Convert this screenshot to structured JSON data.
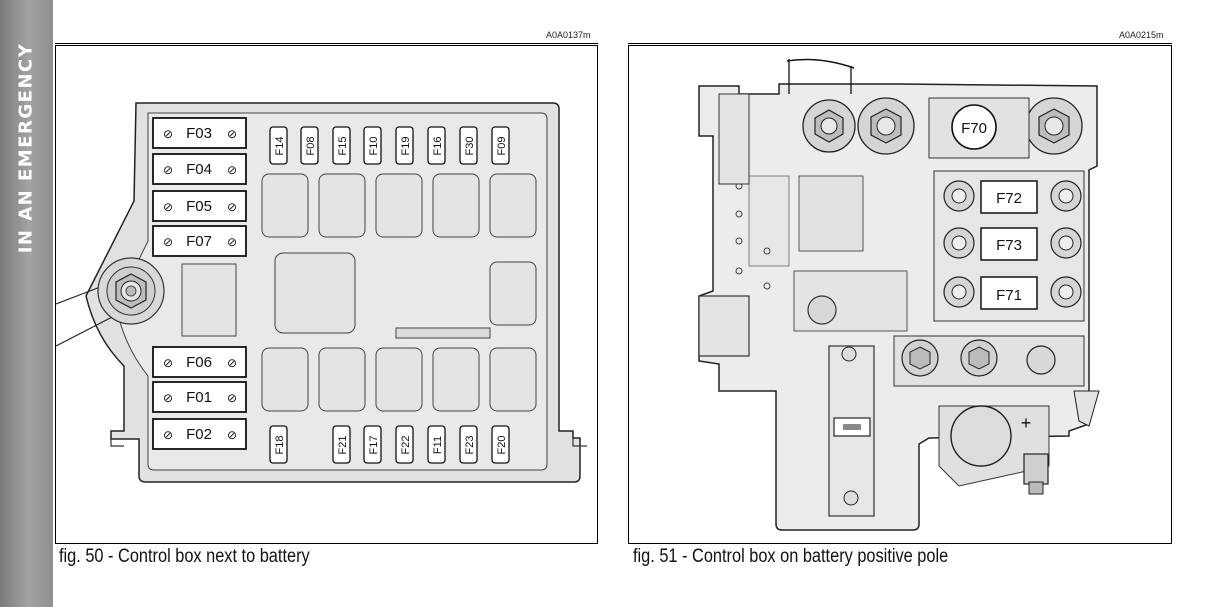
{
  "side_tab": {
    "label": "IN AN EMERGENCY"
  },
  "figures": [
    {
      "code": "A0A0137m",
      "caption": "fig. 50 - Control box next to battery",
      "left_column_fuses": [
        "F03",
        "F04",
        "F05",
        "F07"
      ],
      "left_column_fuses_lower": [
        "F06",
        "F01",
        "F02"
      ],
      "top_row_fuses": [
        "F14",
        "F08",
        "F15",
        "F10",
        "F19",
        "F16",
        "F30",
        "F09"
      ],
      "bottom_row_fuses": [
        "F18",
        "F21",
        "F17",
        "F22",
        "F11",
        "F23",
        "F20"
      ]
    },
    {
      "code": "A0A0215m",
      "caption": "fig. 51 - Control box on battery positive pole",
      "fuses": [
        "F70",
        "F72",
        "F73",
        "F71"
      ],
      "plus_sign": "+"
    }
  ]
}
